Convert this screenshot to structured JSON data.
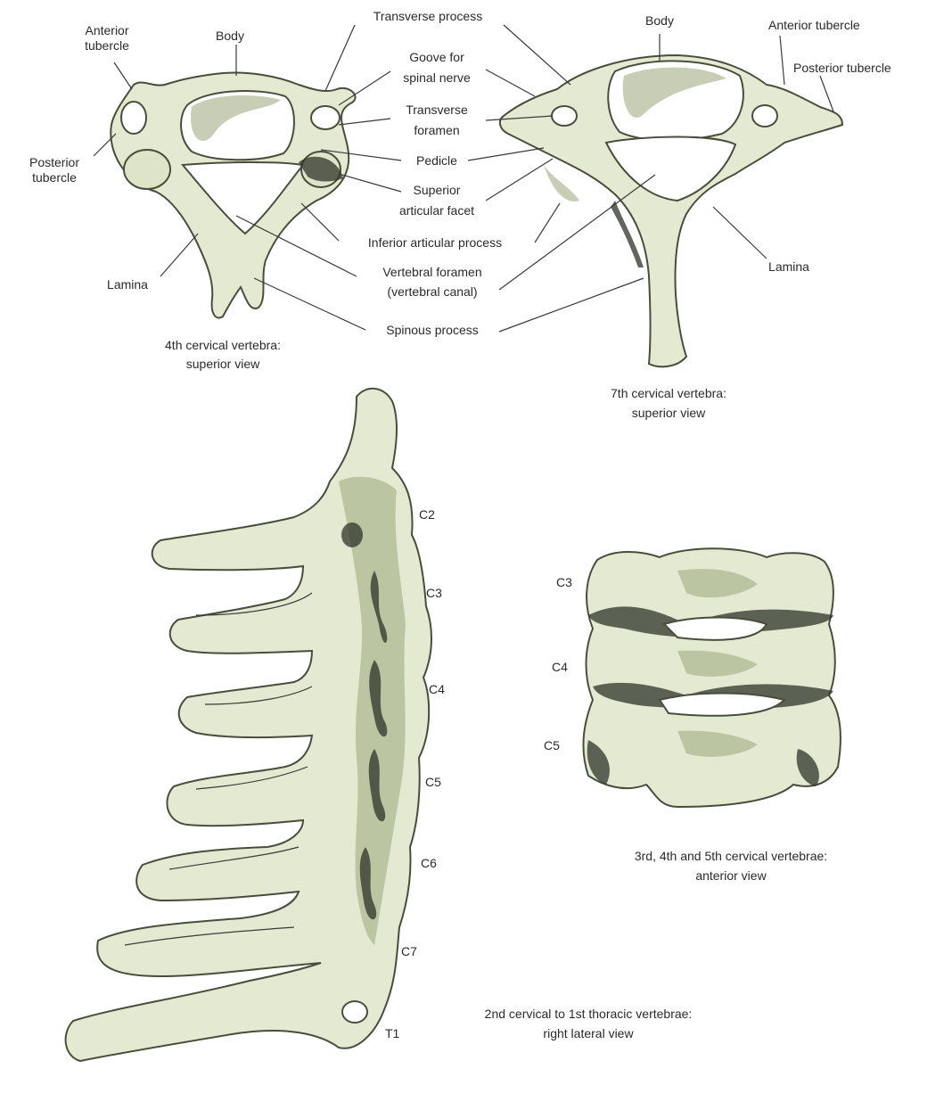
{
  "figure_4th": {
    "labels": {
      "anterior_tubercle": "Anterior\ntubercle",
      "body": "Body",
      "posterior_tubercle": "Posterior\ntubercle",
      "lamina": "Lamina"
    },
    "caption_line1": "4th cervical vertebra:",
    "caption_line2": "superior view"
  },
  "shared_labels": {
    "transverse_process": "Transverse process",
    "groove_line1": "Goove for",
    "groove_line2": "spinal nerve",
    "transverse_foramen_line1": "Transverse",
    "transverse_foramen_line2": "foramen",
    "pedicle": "Pedicle",
    "superior_facet_line1": "Superior",
    "superior_facet_line2": "articular facet",
    "inferior_process": "Inferior articular process",
    "vertebral_foramen_line1": "Vertebral foramen",
    "vertebral_foramen_line2": "(vertebral canal)",
    "spinous_process": "Spinous process"
  },
  "figure_7th": {
    "labels": {
      "body": "Body",
      "anterior_tubercle": "Anterior tubercle",
      "posterior_tubercle": "Posterior tubercle",
      "lamina": "Lamina"
    },
    "caption_line1": "7th cervical vertebra:",
    "caption_line2": "superior view"
  },
  "figure_lateral": {
    "levels": [
      "C2",
      "C3",
      "C4",
      "C5",
      "C6",
      "C7",
      "T1"
    ],
    "caption_line1": "2nd cervical to 1st thoracic vertebrae:",
    "caption_line2": "right lateral view"
  },
  "figure_anterior": {
    "levels": [
      "C3",
      "C4",
      "C5"
    ],
    "caption_line1": "3rd, 4th and 5th cervical vertebrae:",
    "caption_line2": "anterior view"
  }
}
